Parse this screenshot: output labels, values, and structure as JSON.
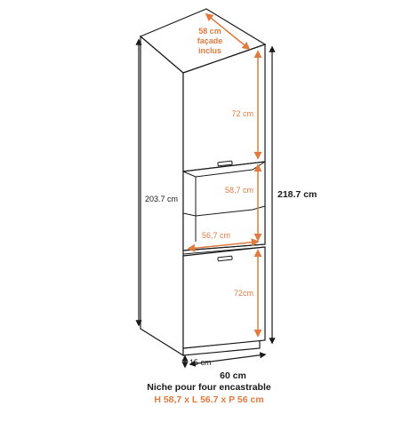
{
  "colors": {
    "line": "#1a1a1a",
    "accent": "#e07a3f",
    "panel": "#ffffff"
  },
  "dimensions": {
    "depth_top": [
      "58 cm",
      "façade",
      "inclus"
    ],
    "upper_door": "72 cm",
    "niche_height": "58,7 cm",
    "niche_width": "56,7 cm",
    "lower_door": "72cm",
    "total_height_body": "203.7 cm",
    "total_height": "218.7 cm",
    "plinth": "15 cm",
    "width": "60 cm"
  },
  "caption": {
    "title": "Niche pour four encastrable",
    "spec": "H 58,7 x L 56.7 x P 56 cm"
  }
}
